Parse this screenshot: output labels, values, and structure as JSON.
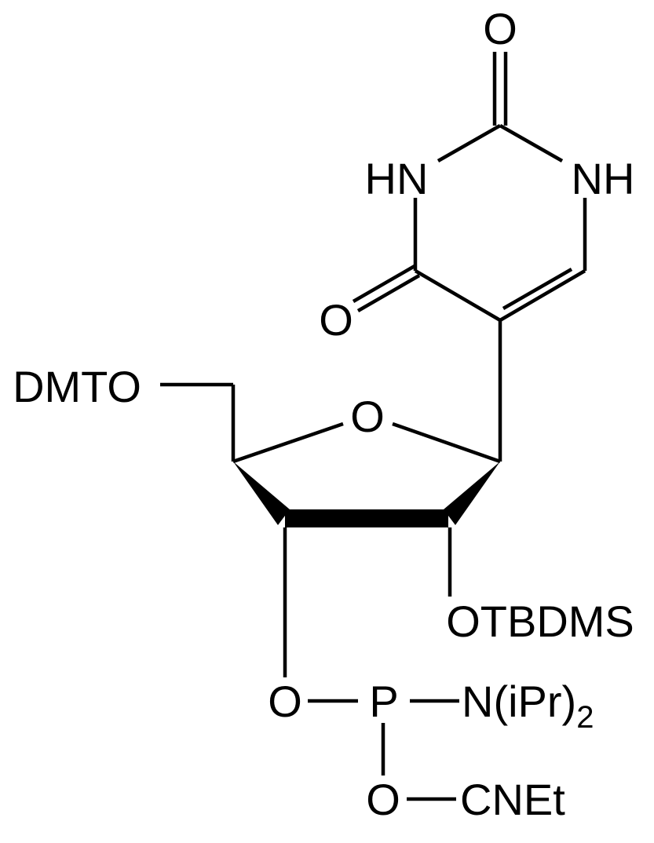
{
  "molecule": {
    "atoms": {
      "carbonyl_o_top": "O",
      "n3_h": "HN",
      "n1_h": "NH",
      "carbonyl_o_left": "O",
      "dmt_o": "DMTO",
      "ring_o": "O",
      "tbdms_o": "OTBDMS",
      "phosphite_o": "O",
      "phosphorus": "P",
      "amine": "N(iPr)",
      "amine_subscript": "2",
      "cyanoethyl_o": "O",
      "cyanoethyl": "CNEt"
    },
    "colors": {
      "ink": "#000000",
      "background": "#ffffff"
    }
  }
}
